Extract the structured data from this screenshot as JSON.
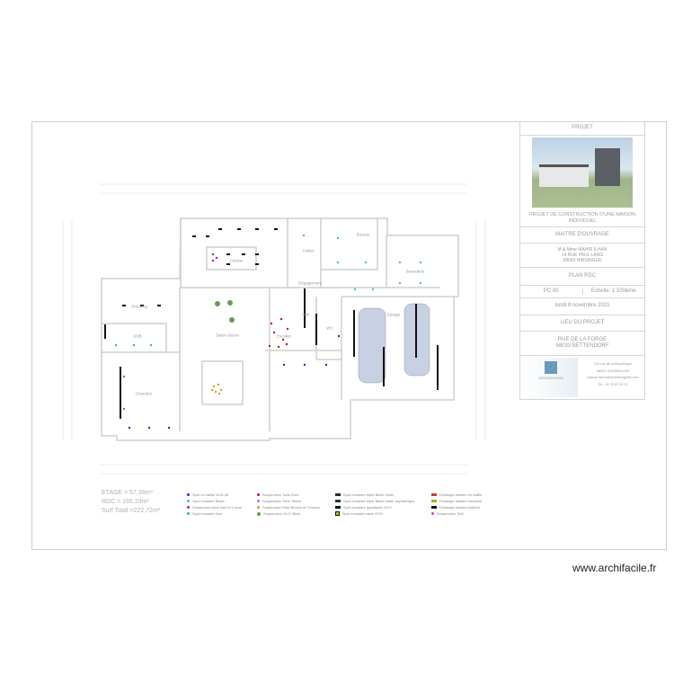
{
  "title_block": {
    "header": "PROJET",
    "project_title": "PROJET DE CONSTRUCTION D'UNE MAISON INDIVIDUEL",
    "owner_label": "MAITRE D'OUVRAGE",
    "owner_name": "M & Mme MAHIR ILHAN",
    "owner_street": "14 RUE PAUL LANG",
    "owner_city": "68560 HIRSINGUE",
    "plan": "PLAN RDC",
    "pc": "PC  00",
    "scale": "Echelle: 1:100ème",
    "date": "lundi 8 novembre 2021",
    "site_label": "LIEU DU PROJET",
    "site_street": "RUE DE LA FORGE",
    "site_city": "68033 BETTENDORF",
    "company": "ARCHIDESIGN",
    "company_address": "190 rue de la République",
    "company_city": "68500 GUEBWILLER",
    "company_email": "pascal.ritano@archidesign68.com",
    "company_tel": "Tel : 06 78 97 93 37"
  },
  "areas": {
    "etage": "ETAGE = 57,39m²",
    "rdc": "RDC = 165,33m²",
    "total": "Surf Total =222,72m²"
  },
  "rooms": [
    "Cuisine",
    "Cellier",
    "Bureau",
    "Buanderie",
    "Dégagement",
    "Dressing",
    "SDB",
    "Salon-Séjour",
    "Hall",
    "Escalier",
    "WC",
    "Garage",
    "Chambre"
  ],
  "legend": [
    {
      "label": "Spot en saillie NOA 58",
      "color": "#3a2ca0",
      "shape": "dot"
    },
    {
      "label": "Spot encastré Blanc",
      "color": "#3cc8c0",
      "shape": "dot"
    },
    {
      "label": "Suspension tube Noir et Cuivre",
      "color": "#9a2ab0",
      "shape": "dot"
    },
    {
      "label": "Spot encastré Noir",
      "color": "#30c060",
      "shape": "dot"
    },
    {
      "label": "Suspension Tube Doré",
      "color": "#b02020",
      "shape": "dot"
    },
    {
      "label": "Suspension Tube Titane",
      "color": "#a080d0",
      "shape": "dot"
    },
    {
      "label": "Suspension Rain Bronze et Chrome",
      "color": "#d0a030",
      "shape": "dot"
    },
    {
      "label": "Suspension GLO 38cm",
      "color": "#6a9a5a",
      "shape": "big"
    },
    {
      "label": "Spot encastré triple Black foster",
      "color": "#1a2a40",
      "shape": "bar"
    },
    {
      "label": "Spot encastré triple Black foster asymétrique",
      "color": "#1a4030",
      "shape": "bar"
    },
    {
      "label": "Spot encastré quadruple OXO",
      "color": "#111111",
      "shape": "bar"
    },
    {
      "label": "Spot encastré carré OXO",
      "color": "#c8c020",
      "shape": "sq"
    },
    {
      "label": "Eclairage linéaire en saillie",
      "color": "#c04040",
      "shape": "bar"
    },
    {
      "label": "Eclairage linéaire encastré",
      "color": "#a0b040",
      "shape": "bar"
    },
    {
      "label": "Eclairage linéaire indirect",
      "color": "#111111",
      "shape": "bar"
    },
    {
      "label": "Suspension TAO",
      "color": "#d040c0",
      "shape": "dot"
    }
  ],
  "watermark": "www.archifacile.fr"
}
